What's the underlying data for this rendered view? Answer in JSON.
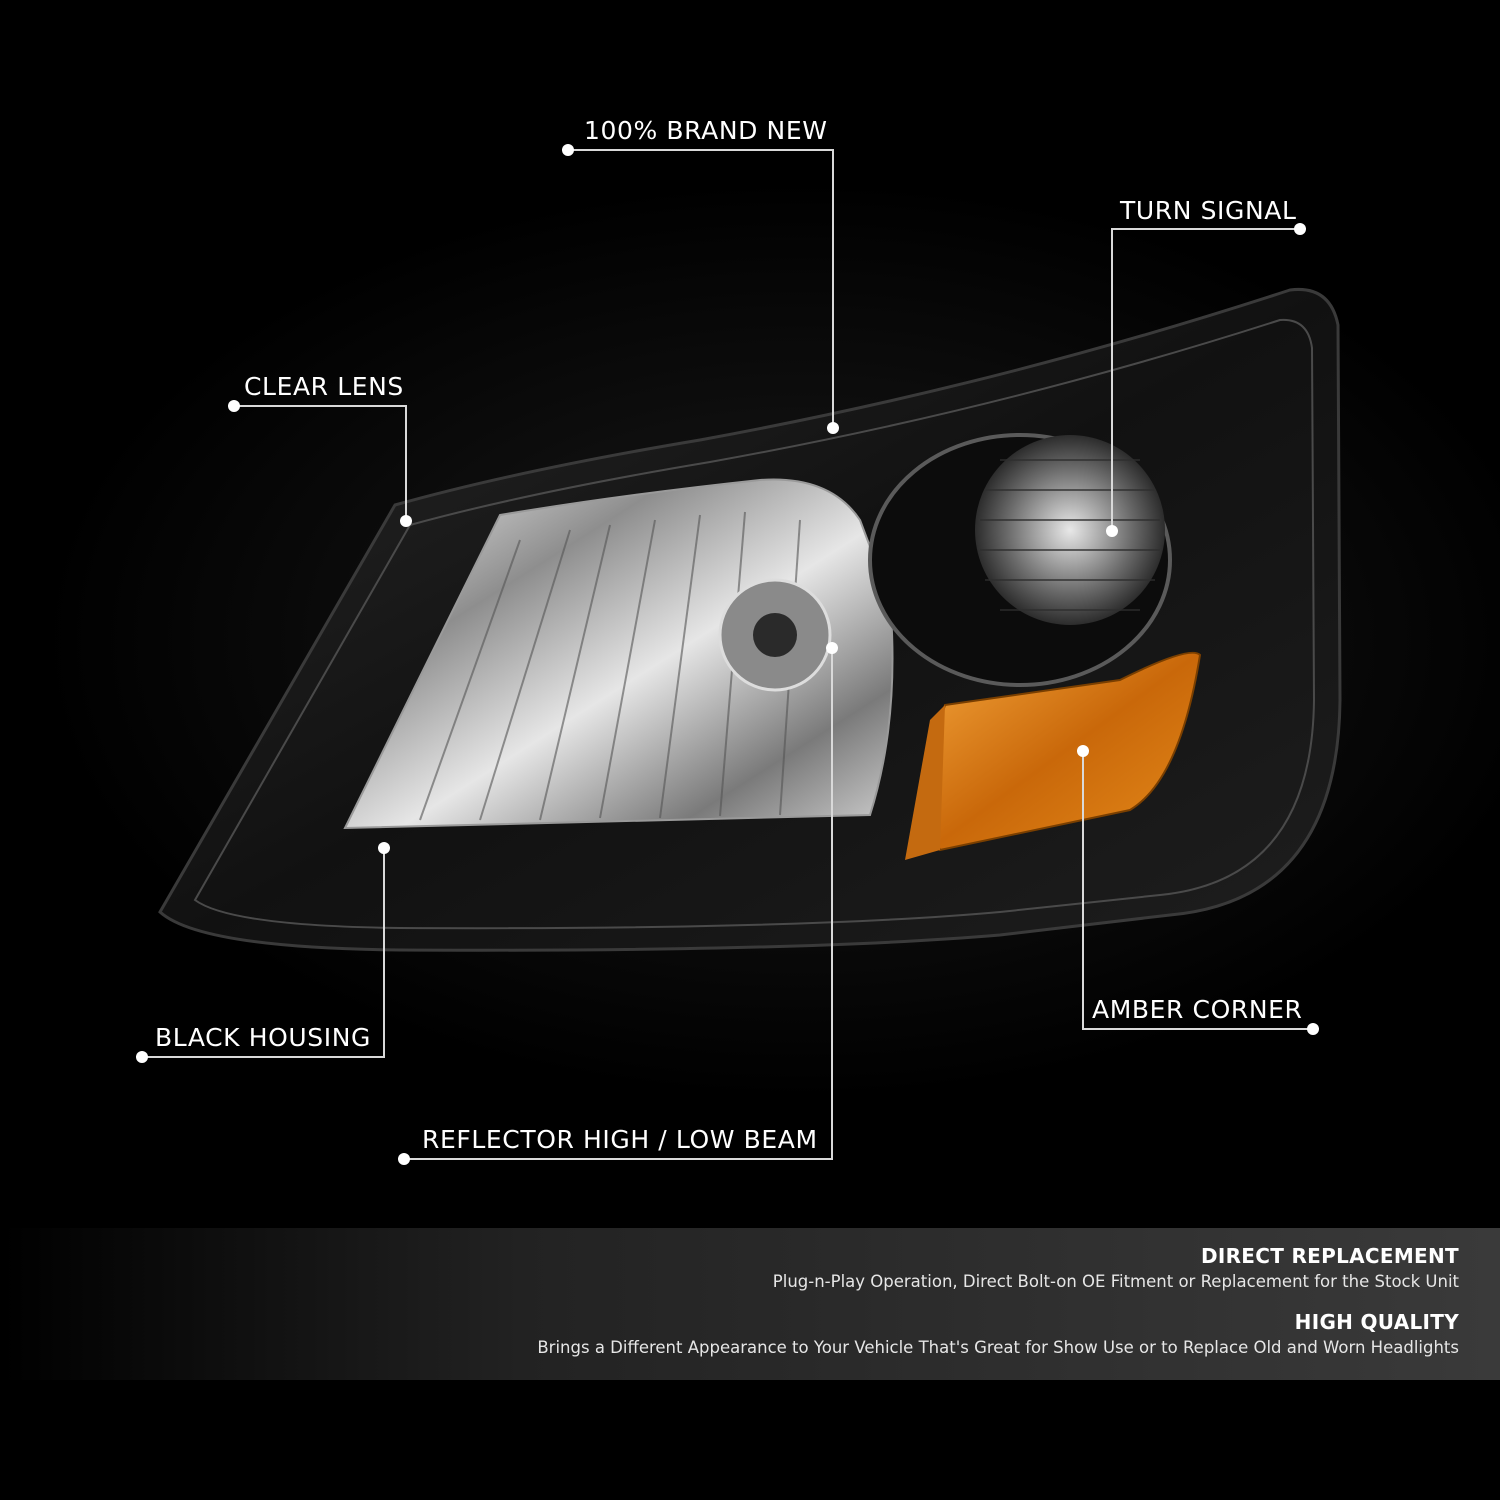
{
  "callouts": {
    "brand_new": "100% BRAND NEW",
    "turn_signal": "TURN SIGNAL",
    "clear_lens": "CLEAR LENS",
    "black_housing": "BLACK HOUSING",
    "amber_corner": "AMBER CORNER",
    "reflector": "REFLECTOR HIGH / LOW BEAM"
  },
  "features": [
    {
      "title": "DIRECT REPLACEMENT",
      "text": "Plug-n-Play Operation, Direct Bolt-on OE Fitment or Replacement for the Stock Unit"
    },
    {
      "title": "HIGH QUALITY",
      "text": "Brings a Different Appearance to Your Vehicle That's Great for Show Use or to Replace Old and Worn Headlights"
    }
  ],
  "colors": {
    "background": "#000000",
    "housing": "#151515",
    "chrome": "#c8c8c8",
    "amber": "#e0820f",
    "callout_line": "#d9d9d9"
  }
}
